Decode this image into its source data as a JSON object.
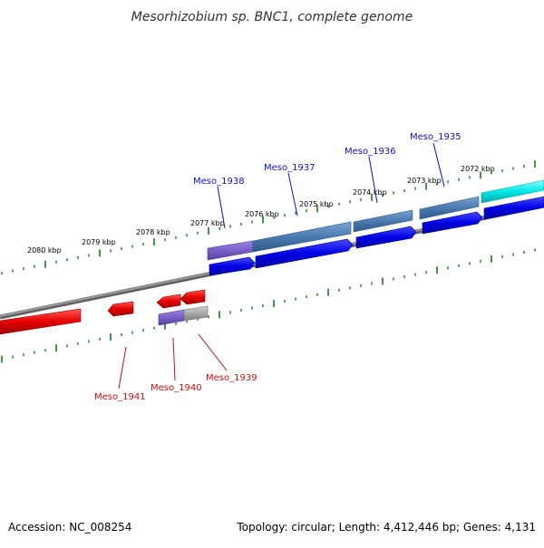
{
  "title": "Mesorhizobium sp. BNC1, complete genome",
  "footer": {
    "accession": "Accession: NC_008254",
    "summary": "Topology: circular; Length: 4,412,446 bp; Genes: 4,131"
  },
  "kbp_labels": [
    "2080 kbp",
    "2079 kbp",
    "2078 kbp",
    "2077 kbp",
    "2076 kbp",
    "2075 kbp",
    "2074 kbp",
    "2073 kbp",
    "2072 kbp"
  ],
  "gene_labels": {
    "forward": [
      "Meso_1938",
      "Meso_1937",
      "Meso_1936",
      "Meso_1935"
    ],
    "reverse": [
      "Meso_1941",
      "Meso_1940",
      "Meso_1939"
    ]
  },
  "colors": {
    "backbone": "#808080",
    "forward_gene": "#0000e6",
    "reverse_gene": "#e60000",
    "cds_forward": "#4a7ab0",
    "cds_highlight": "#7a5ec8",
    "cds_cyan": "#00e6e6",
    "cds_gray": "#a8a8a8",
    "tick": "#1a7a1a",
    "label_forward": "#1010c8",
    "label_reverse": "#c81010"
  }
}
